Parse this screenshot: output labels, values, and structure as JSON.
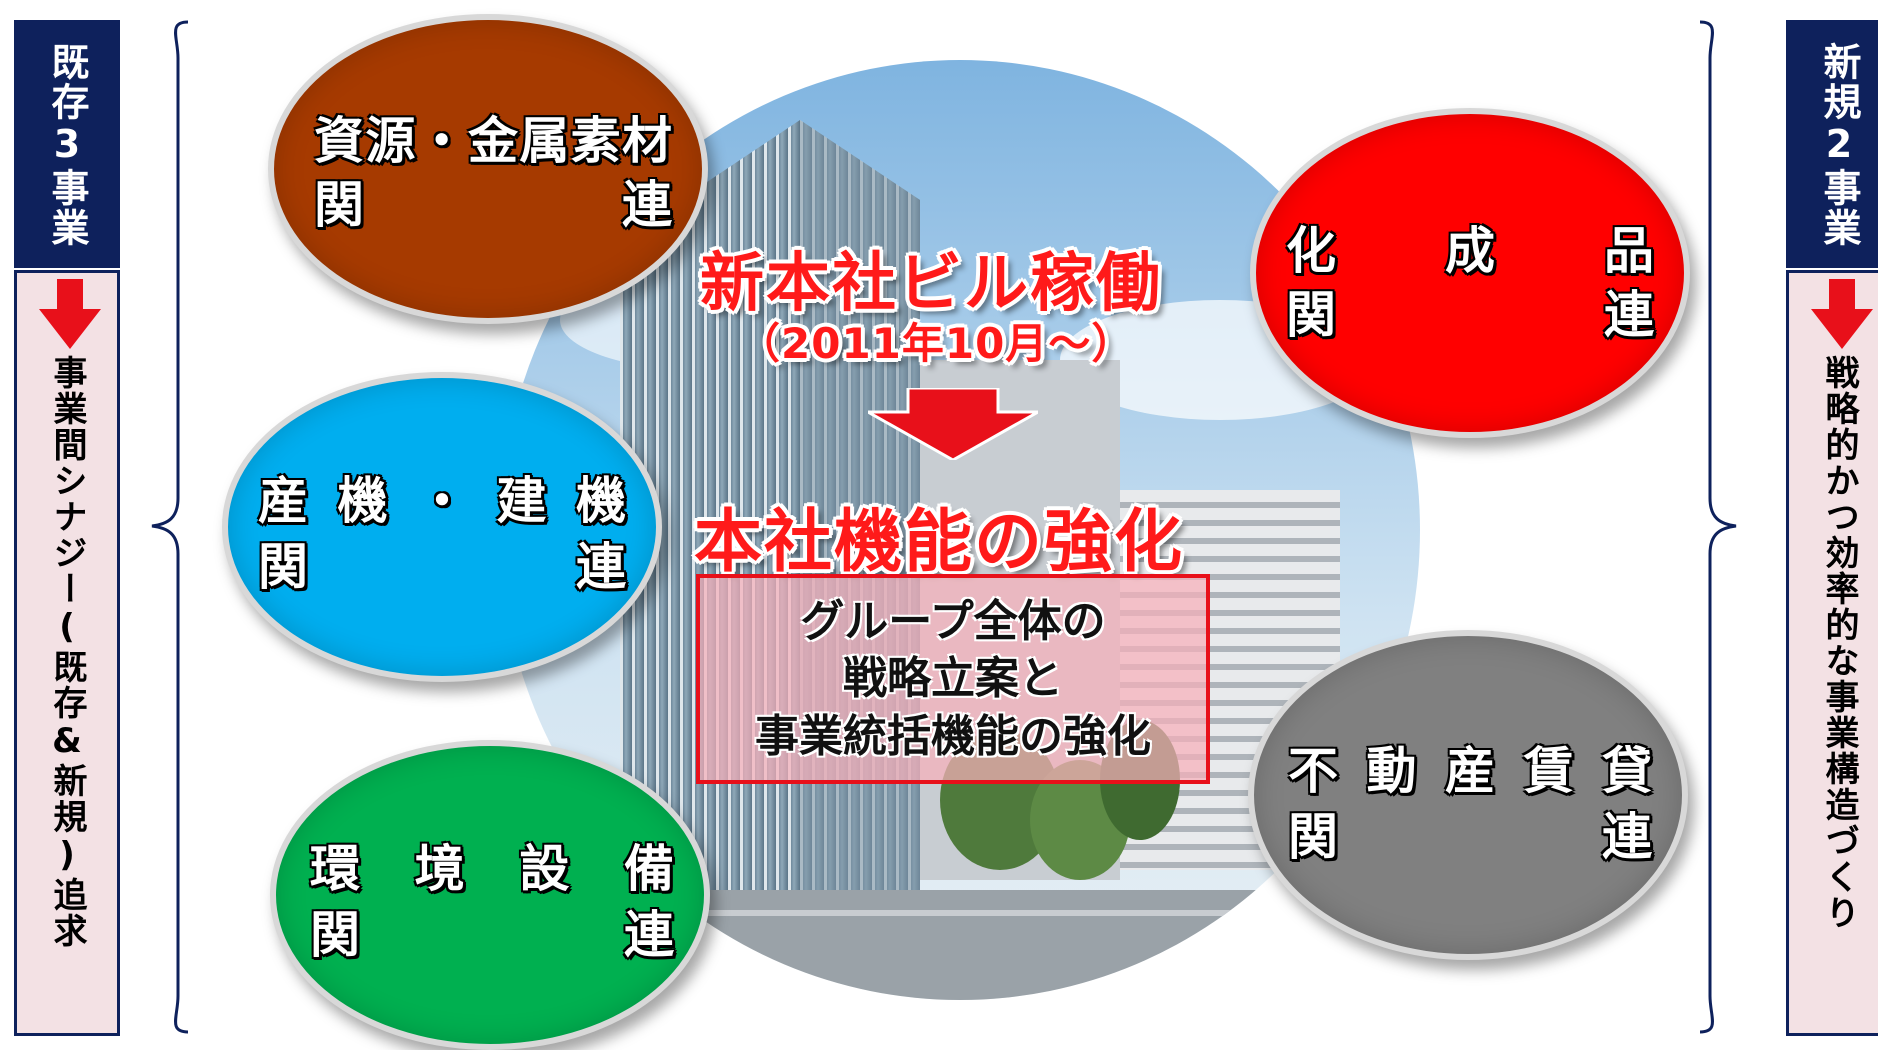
{
  "left_panel": {
    "header": "既存3事業",
    "body": "事業間シナジー(既存&新規)追求"
  },
  "right_panel": {
    "header": "新規2事業",
    "body": "戦略的かつ効率的な事業構造づくり"
  },
  "businesses": {
    "resources": {
      "line1": [
        "資",
        "源",
        "・",
        "金",
        "属",
        "素",
        "材"
      ],
      "line2": [
        "関",
        "連"
      ],
      "color": "#a63a00"
    },
    "machinery": {
      "line1": [
        "産",
        "機",
        "・",
        "建",
        "機"
      ],
      "line2": [
        "関",
        "連"
      ],
      "color": "#00aeef"
    },
    "environment": {
      "line1": [
        "環",
        "境",
        "設",
        "備"
      ],
      "line2": [
        "関",
        "連"
      ],
      "color": "#00b050"
    },
    "chemicals": {
      "line1": [
        "化",
        "成",
        "品"
      ],
      "line2": [
        "関",
        "連"
      ],
      "color": "#ff0000"
    },
    "real_estate": {
      "line1": [
        "不",
        "動",
        "産",
        "賃",
        "貸"
      ],
      "line2": [
        "関",
        "連"
      ],
      "color": "#808080"
    }
  },
  "center": {
    "title": "新本社ビル稼働",
    "date": "（2011年10月～）",
    "result": "本社機能の強化",
    "box_lines": [
      "グループ全体の",
      "戦略立案と",
      "事業統括機能の強化"
    ]
  },
  "colors": {
    "navy": "#0e215c",
    "pink_panel": "#f3e1e4",
    "accent_red": "#ff1a1a"
  }
}
